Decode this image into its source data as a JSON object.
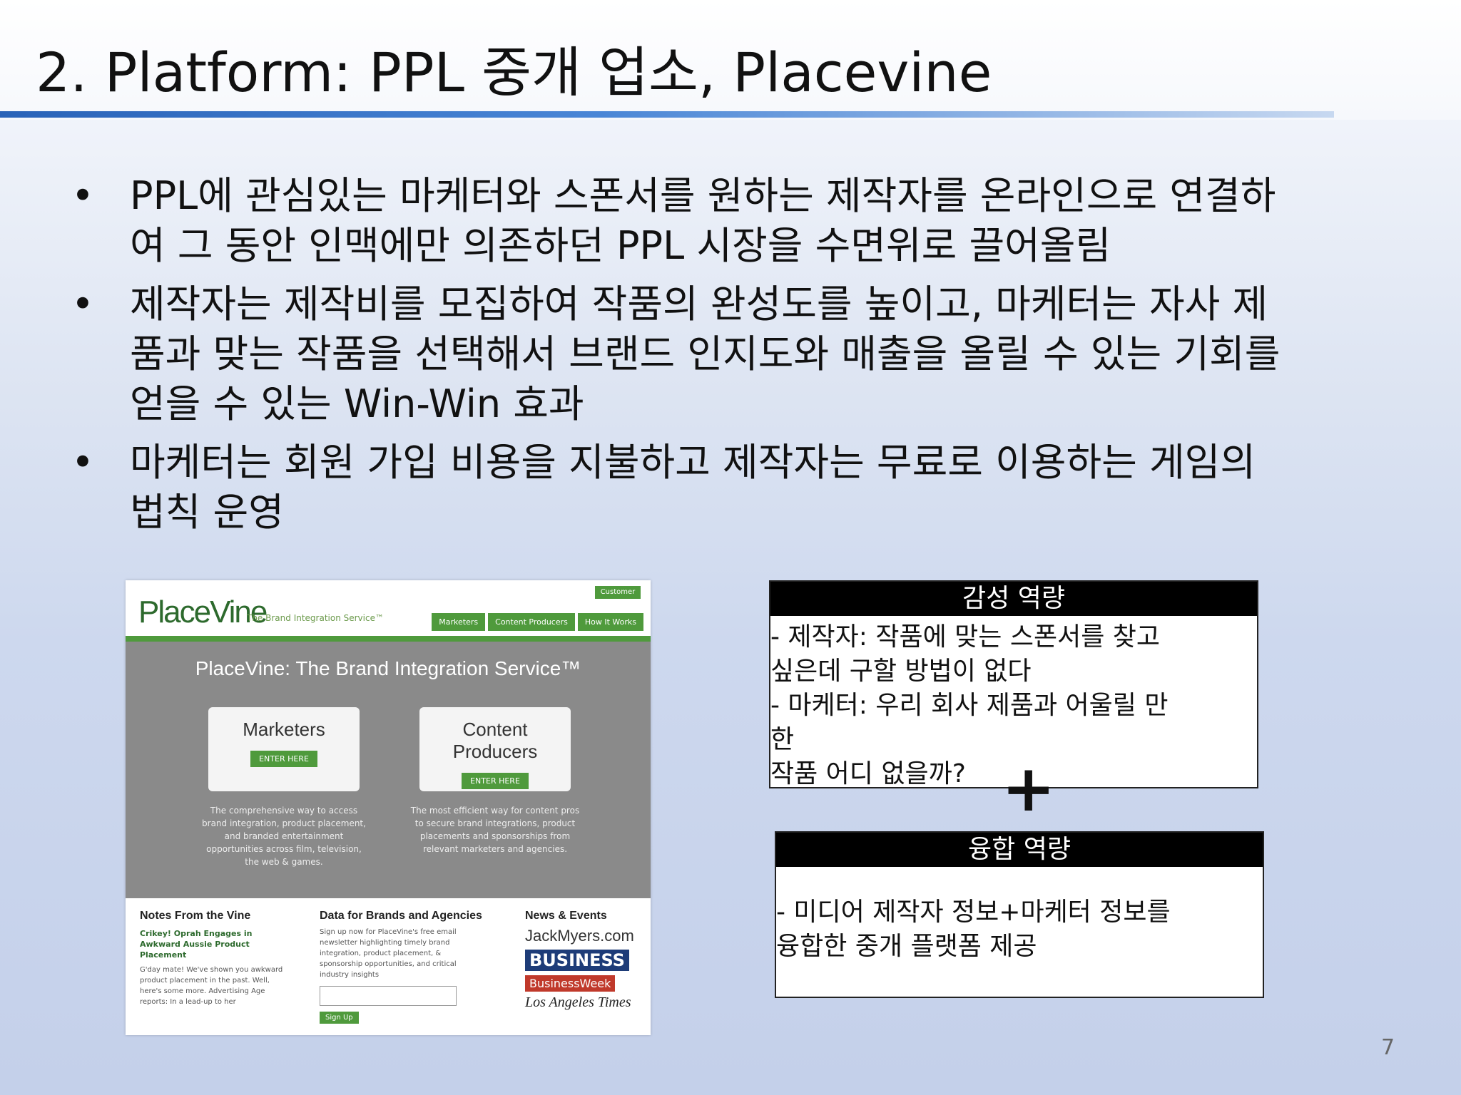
{
  "title": "2. Platform: PPL 중개 업소, Placevine",
  "bullets": [
    {
      "lines": [
        "PPL에 관심있는 마케터와 스폰서를 원하는 제작자를 온라인으로 연결하",
        "여 그 동안 인맥에만 의존하던 PPL 시장을 수면위로 끌어올림"
      ]
    },
    {
      "lines": [
        "제작자는 제작비를 모집하여 작품의 완성도를 높이고, 마케터는 자사 제",
        "품과 맞는 작품을 선택해서 브랜드 인지도와 매출을 올릴 수 있는 기회를",
        "얻을 수 있는 Win-Win 효과"
      ]
    },
    {
      "lines": [
        "마케터는 회원 가입 비용을 지불하고 제작자는 무료로 이용하는 게임의",
        "법칙 운영"
      ]
    }
  ],
  "bullet_symbol": "•",
  "screenshot": {
    "logo": "PlaceVine",
    "tagline": "The Brand Integration Service™",
    "login": "Customer Login",
    "tabs": [
      "Marketers",
      "Content Producers",
      "How It Works"
    ],
    "hero": "PlaceVine: The Brand Integration Service™",
    "card_left": {
      "title": "Marketers",
      "button": "ENTER HERE",
      "desc": "The comprehensive way to access brand integration, product placement, and branded entertainment opportunities across film, television, the web & games."
    },
    "card_right": {
      "title": "Content Producers",
      "button": "ENTER HERE",
      "desc": "The most efficient way for content pros to secure brand integrations, product placements and sponsorships from relevant marketers and agencies."
    },
    "col1": {
      "title": "Notes From the Vine",
      "link": "Crikey! Oprah Engages in Awkward Aussie Product Placement",
      "text": "G'day mate! We've shown you awkward product placement in the past. Well, here's some more. Advertising Age reports: In a lead-up to her"
    },
    "col2": {
      "title": "Data for Brands and Agencies",
      "text": "Sign up now for PlaceVine's free email newsletter highlighting timely brand integration, product placement, & sponsorship opportunities, and critical industry insights",
      "button": "Sign Up"
    },
    "col3": {
      "title": "News & Events",
      "n1": "JackMyers.com",
      "n2": "BUSINESS",
      "n3": "BusinessWeek",
      "n4": "Los Angeles Times"
    }
  },
  "box1": {
    "header": "감성 역량",
    "lines": [
      "- 제작자: 작품에 맞는 스폰서를 찾고",
      "  싶은데 구할 방법이 없다",
      "- 마케터: 우리 회사 제품과 어울릴 만",
      "한",
      "  작품 어디 없을까?"
    ]
  },
  "plus": "+",
  "box2": {
    "header": "융합 역량",
    "lines": [
      "- 미디어 제작자 정보+마케터 정보를",
      "   융합한 중개 플랫폼 제공"
    ]
  },
  "page_number": "7"
}
